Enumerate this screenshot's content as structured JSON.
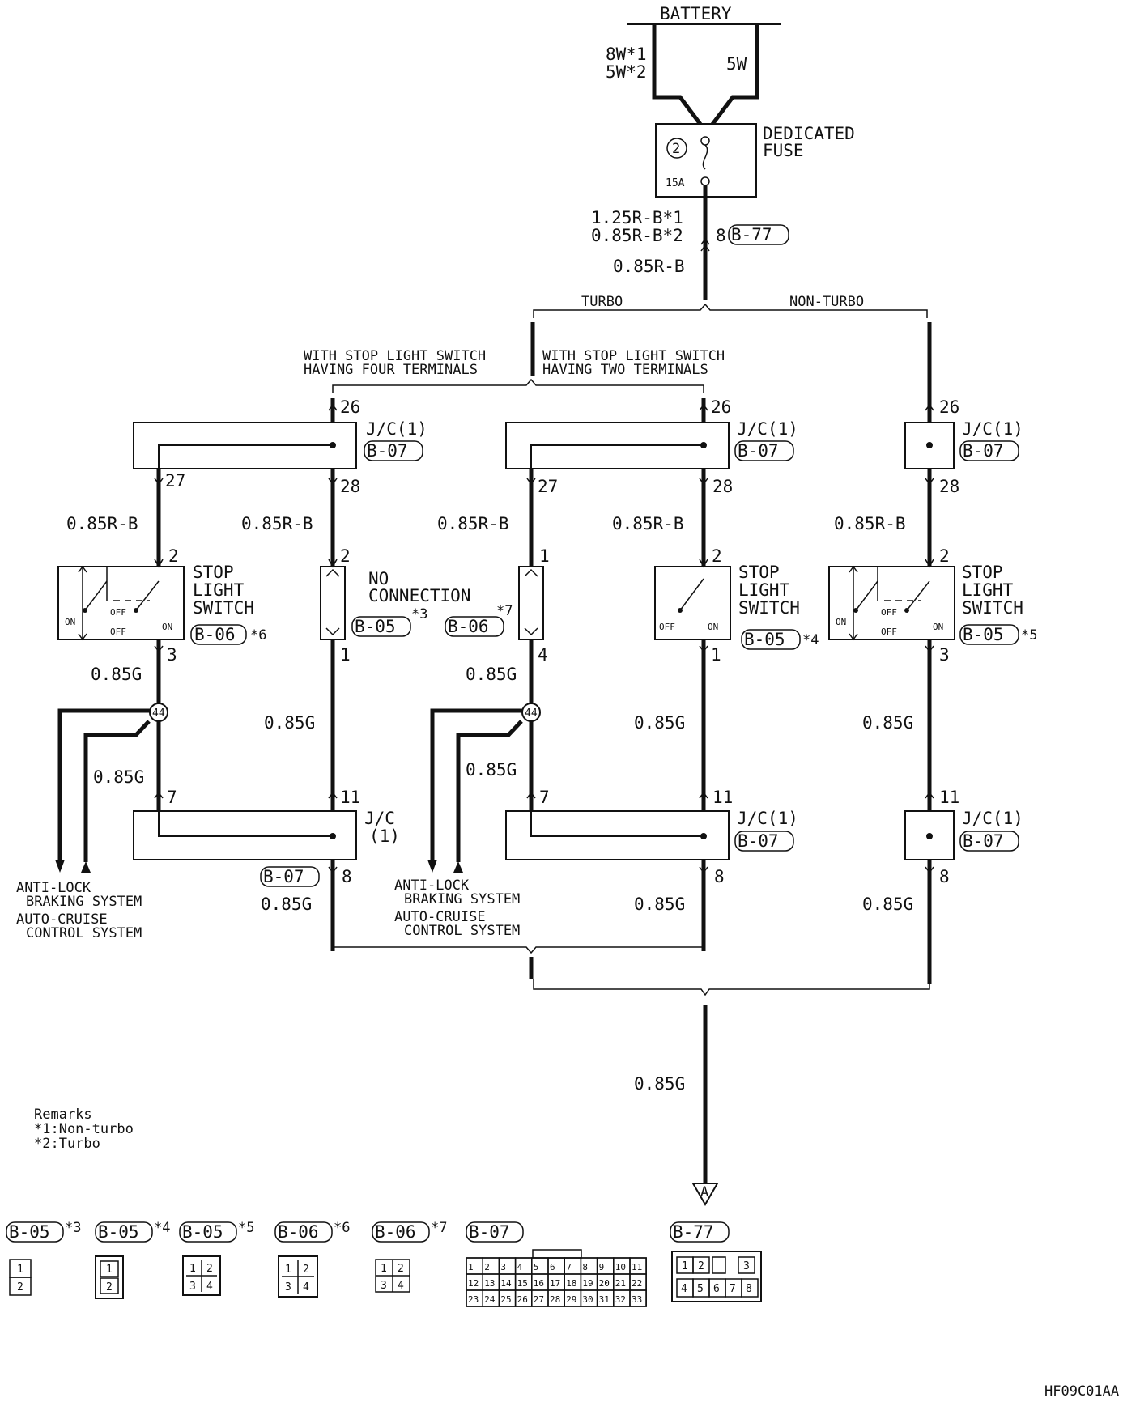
{
  "battery": {
    "label": "BATTERY",
    "left_lines": [
      "8W*1",
      "5W*2"
    ],
    "right_label": "5W"
  },
  "fuse": {
    "number": "2",
    "rating": "15A",
    "title_lines": [
      "DEDICATED",
      "FUSE"
    ]
  },
  "feed": {
    "wire_lines": [
      "1.25R-B*1",
      "0.85R-B*2"
    ],
    "pin": "8",
    "connector": "B-77",
    "wire_below": "0.85R-B"
  },
  "branches": {
    "turbo": "TURBO",
    "non_turbo": "NON-TURBO",
    "four_terminal": [
      "WITH STOP LIGHT SWITCH",
      "HAVING FOUR TERMINALS"
    ],
    "two_terminal": [
      "WITH STOP LIGHT SWITCH",
      "HAVING TWO TERMINALS"
    ]
  },
  "jc": {
    "label": "J/C(1)",
    "label_a": "J/C",
    "label_b": "(1)",
    "connector": "B-07"
  },
  "pins": {
    "p26": "26",
    "p27": "27",
    "p28": "28",
    "p2": "2",
    "p1": "1",
    "p3": "3",
    "p4": "4",
    "p7": "7",
    "p11": "11",
    "p8": "8"
  },
  "wires": {
    "rb": "0.85R-B",
    "g": "0.85G"
  },
  "stop_switch": {
    "lines": [
      "STOP",
      "LIGHT",
      "SWITCH"
    ],
    "on": "ON",
    "off": "OFF"
  },
  "no_connection": [
    "NO",
    "CONNECTION"
  ],
  "connectors": {
    "b05": "B-05",
    "b06": "B-06",
    "b07": "B-07",
    "b77": "B-77",
    "n3": "*3",
    "n4": "*4",
    "n5": "*5",
    "n6": "*6",
    "n7": "*7"
  },
  "junction": "44",
  "systems": [
    "ANTI-LOCK",
    "BRAKING SYSTEM",
    "AUTO-CRUISE",
    "CONTROL SYSTEM"
  ],
  "output": "A",
  "remarks": {
    "title": "Remarks",
    "lines": [
      "*1:Non-turbo",
      "*2:Turbo"
    ]
  },
  "connector_views": {
    "two_pin": [
      "1",
      "2"
    ],
    "four_pin": [
      "1",
      "2",
      "3",
      "4"
    ],
    "b07_row1": [
      "1",
      "2",
      "3",
      "4",
      "5",
      "6",
      "7",
      "8",
      "9",
      "10",
      "11"
    ],
    "b07_row2": [
      "12",
      "13",
      "14",
      "15",
      "16",
      "17",
      "18",
      "19",
      "20",
      "21",
      "22"
    ],
    "b07_row3": [
      "23",
      "24",
      "25",
      "26",
      "27",
      "28",
      "29",
      "30",
      "31",
      "32",
      "33"
    ],
    "b77_top": [
      "1",
      "2",
      "",
      "3"
    ],
    "b77_bottom": [
      "4",
      "5",
      "6",
      "7",
      "8"
    ]
  },
  "figure_id": "HF09C01AA"
}
